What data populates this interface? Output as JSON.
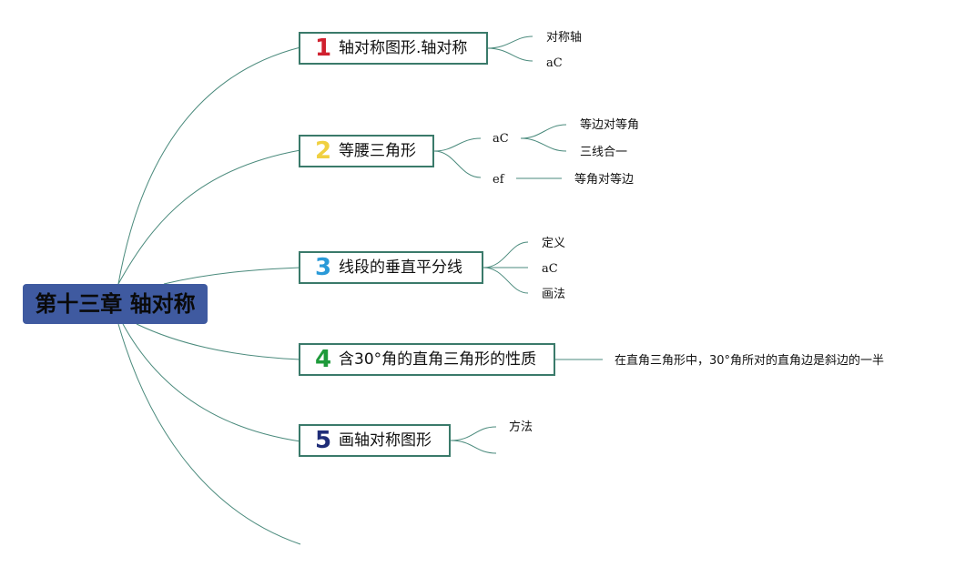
{
  "root": {
    "label": "第十三章 轴对称"
  },
  "topics": [
    {
      "number": "1",
      "number_color": "#d0202e",
      "label": "轴对称图形.轴对称",
      "children": [
        "对称轴",
        "aC"
      ]
    },
    {
      "number": "2",
      "number_color": "#f0d040",
      "label": "等腰三角形",
      "children": [
        "aC",
        "ef"
      ],
      "grandchildren": [
        "等边对等角",
        "三线合一",
        "等角对等边"
      ]
    },
    {
      "number": "3",
      "number_color": "#2a9ad8",
      "label": "线段的垂直平分线",
      "children": [
        "定义",
        "aC",
        "画法"
      ]
    },
    {
      "number": "4",
      "number_color": "#1e9a3a",
      "label": "含30°角的直角三角形的性质",
      "children": [
        "在直角三角形中，30°角所对的直角边是斜边的一半"
      ]
    },
    {
      "number": "5",
      "number_color": "#1f2d78",
      "label": "画轴对称图形",
      "children": [
        "方法",
        ""
      ]
    }
  ],
  "colors": {
    "root_fill": "#3f5aa0",
    "connector": "#4a8a7c",
    "topic_border": "#3a7a6a"
  }
}
